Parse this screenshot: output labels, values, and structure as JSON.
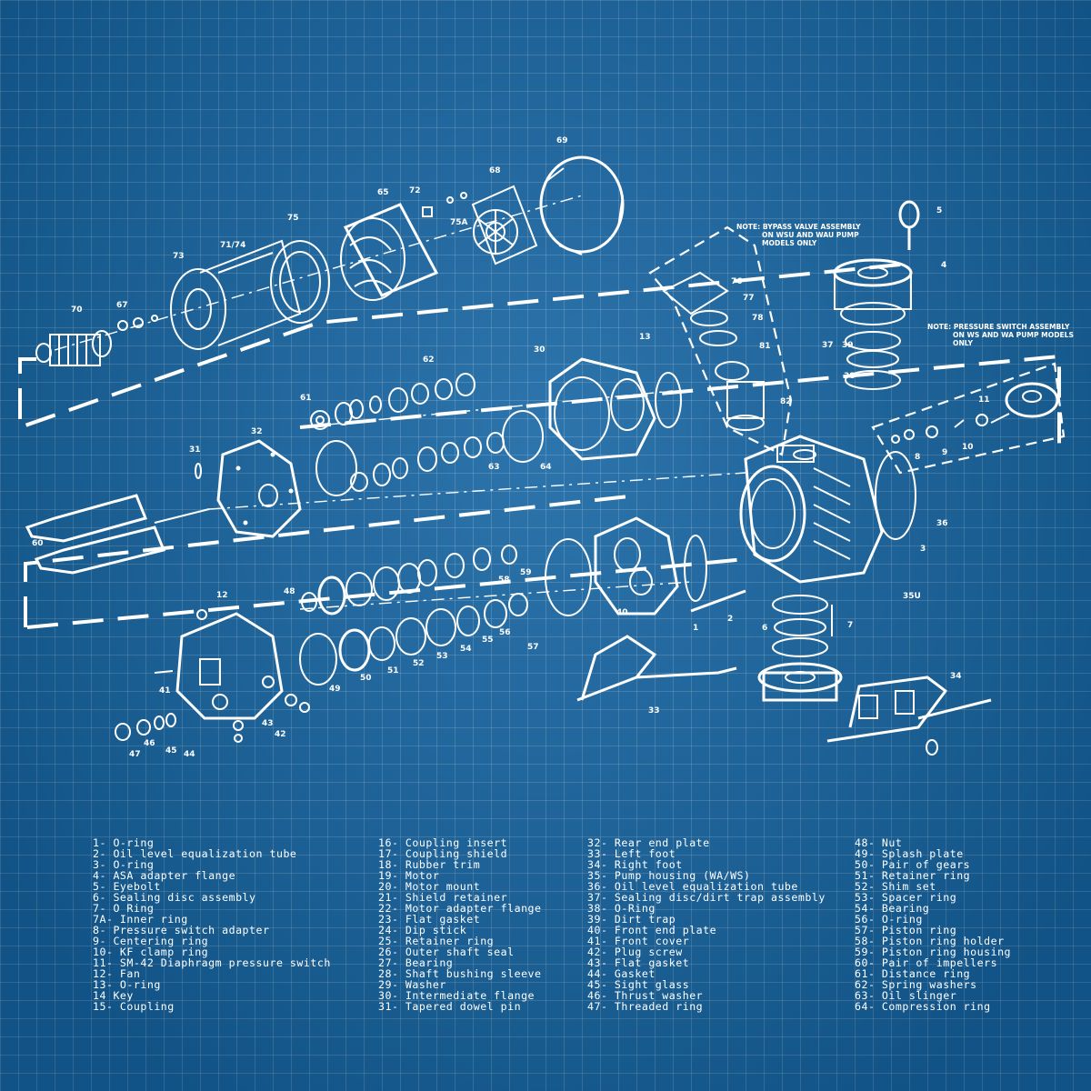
{
  "diagram": {
    "callouts": [
      "1",
      "2",
      "3",
      "4",
      "5",
      "6",
      "7",
      "8",
      "9",
      "10",
      "11",
      "12",
      "13",
      "30",
      "31",
      "32",
      "33",
      "34",
      "35U",
      "36",
      "37",
      "38",
      "39",
      "40",
      "41",
      "42",
      "43",
      "44",
      "45",
      "46",
      "47",
      "48",
      "49",
      "50",
      "51",
      "52",
      "53",
      "54",
      "55",
      "56",
      "57",
      "58",
      "59",
      "60",
      "61",
      "62",
      "63",
      "64",
      "65",
      "67",
      "68",
      "69",
      "70",
      "71/74",
      "72",
      "73",
      "75",
      "75A",
      "76",
      "77",
      "78",
      "81",
      "82"
    ],
    "notes": [
      [
        "NOTE: BYPASS VALVE ASSEMBLY",
        "ON WSU AND WAU PUMP",
        "MODELS ONLY"
      ],
      [
        "NOTE: PRESSURE SWITCH ASSEMBLY",
        "ON WS AND WA PUMP MODELS",
        "ONLY"
      ]
    ]
  },
  "legend": {
    "columns": [
      [
        "1- O-ring",
        "2- Oil level equalization tube",
        "3- O-ring",
        "4- ASA adapter flange",
        "5- Eyebolt",
        "6- Sealing disc assembly",
        "7- O Ring",
        "7A- Inner ring",
        "8- Pressure switch adapter",
        "9- Centering ring",
        "10- KF clamp ring",
        "11- SM-42 Diaphragm pressure switch",
        "12- Fan",
        "13- O-ring",
        "14 Key",
        "15- Coupling"
      ],
      [
        "16- Coupling insert",
        "17- Coupling shield",
        "18- Rubber trim",
        "19- Motor",
        "20- Motor mount",
        "21- Shield retainer",
        "22- Motor adapter flange",
        "23- Flat gasket",
        "24- Dip stick",
        "25- Retainer ring",
        "26- Outer shaft seal",
        "27- Bearing",
        "28- Shaft bushing sleeve",
        "29- Washer",
        "30- Intermediate flange",
        "31- Tapered dowel pin"
      ],
      [
        "32- Rear end plate",
        "33- Left foot",
        "34- Right foot",
        "35- Pump housing (WA/WS)",
        "36- Oil level equalization tube",
        "37- Sealing disc/dirt trap assembly",
        "38- O-Ring",
        "39- Dirt trap",
        "40- Front end plate",
        "41- Front cover",
        "42- Plug screw",
        "43- Flat gasket",
        "44- Gasket",
        "45- Sight glass",
        "46- Thrust washer",
        "47- Threaded ring"
      ],
      [
        "48- Nut",
        "49- Splash plate",
        "50- Pair of gears",
        "51- Retainer ring",
        "52- Shim set",
        "53- Spacer ring",
        "54- Bearing",
        "56- O-ring",
        "57- Piston ring",
        "58- Piston ring holder",
        "59- Piston ring housing",
        "60- Pair of impellers",
        "61- Distance ring",
        "62- Spring washers",
        "63- Oil slinger",
        "64- Compression ring"
      ]
    ]
  }
}
